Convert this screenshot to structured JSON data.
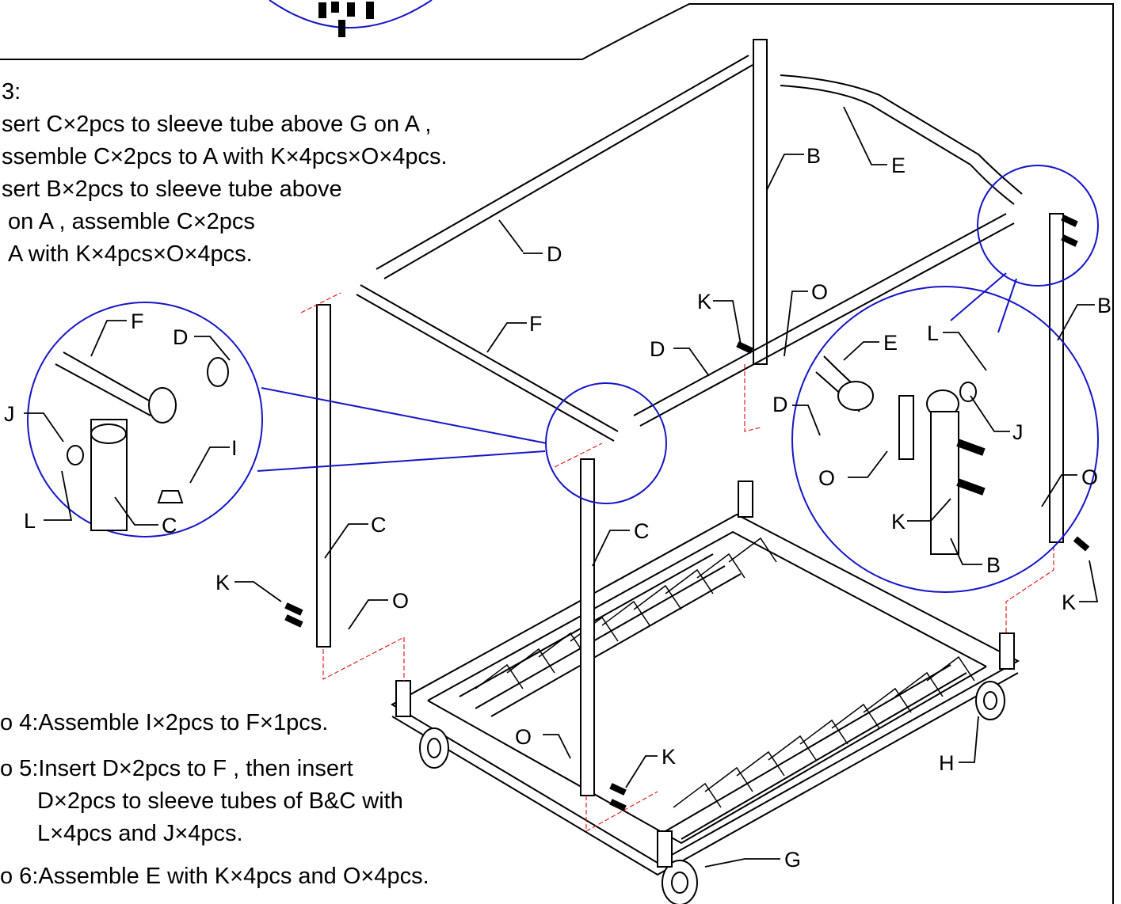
{
  "instructions": {
    "step3_title": "3:",
    "step3_line1": "sert C×2pcs to sleeve tube above G on A ,",
    "step3_line2": "ssemble C×2pcs to A with K×4pcs×O×4pcs.",
    "step3_line3": "sert B×2pcs to sleeve tube above",
    "step3_line4": "on A , assemble C×2pcs",
    "step3_line5": "A with K×4pcs×O×4pcs.",
    "step4": "o 4:Assemble I×2pcs to F×1pcs.",
    "step5_line1": "o 5:Insert D×2pcs to F , then insert",
    "step5_line2": "D×2pcs to sleeve tubes of B&C with",
    "step5_line3": "L×4pcs and J×4pcs.",
    "step6": "o 6:Assemble E with K×4pcs and O×4pcs."
  },
  "labels": {
    "D_top": "D",
    "B_top": "B",
    "E_top": "E",
    "B_right": "B",
    "F_mid": "F",
    "K_mid": "K",
    "O_mid": "O",
    "D_mid": "D",
    "C_left": "C",
    "K_left": "K",
    "O_left": "O",
    "C_mid": "C",
    "O_bottom": "O",
    "K_bottom": "K",
    "G_bottom": "G",
    "H_right": "H",
    "O_right": "O",
    "K_right": "K",
    "inset_left_F": "F",
    "inset_left_D": "D",
    "inset_left_J": "J",
    "inset_left_I": "I",
    "inset_left_L": "L",
    "inset_left_C": "C",
    "inset_right_E": "E",
    "inset_right_L": "L",
    "inset_right_D": "D",
    "inset_right_J": "J",
    "inset_right_O": "O",
    "inset_right_K": "K",
    "inset_right_B": "B"
  },
  "colors": {
    "line": "#000000",
    "callout": "#1515c8",
    "centerline": "#e02020"
  }
}
